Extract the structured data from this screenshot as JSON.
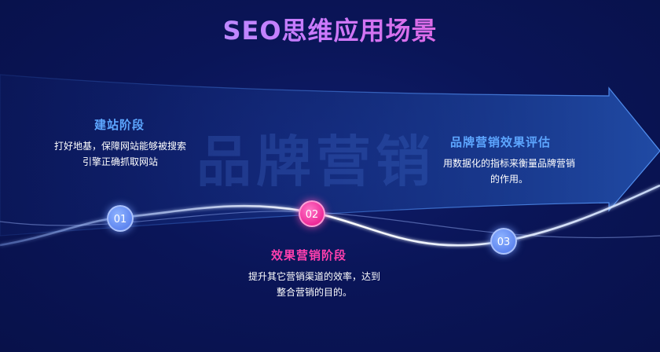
{
  "title": "SEO思维应用场景",
  "watermark": "品牌营销",
  "stages": [
    {
      "number": "01",
      "title": "建站阶段",
      "desc_lines": [
        "打好地基，保障网站能够被搜索",
        "引擎正确抓取网站"
      ]
    },
    {
      "number": "02",
      "title": "效果营销阶段",
      "desc_lines": [
        "提升其它营销渠道的效率，达到",
        "整合营销的目的。"
      ]
    },
    {
      "number": "03",
      "title": "品牌营销效果评估",
      "desc_lines": [
        "用数据化的指标来衡量品牌营销",
        "的作用。"
      ]
    }
  ],
  "colors": {
    "background": "#0a1454",
    "accent_blue": "#5da6ff",
    "accent_pink": "#ff3fae",
    "marker_blue": "#6b8ff5",
    "marker_pink": "#f03aa2"
  }
}
